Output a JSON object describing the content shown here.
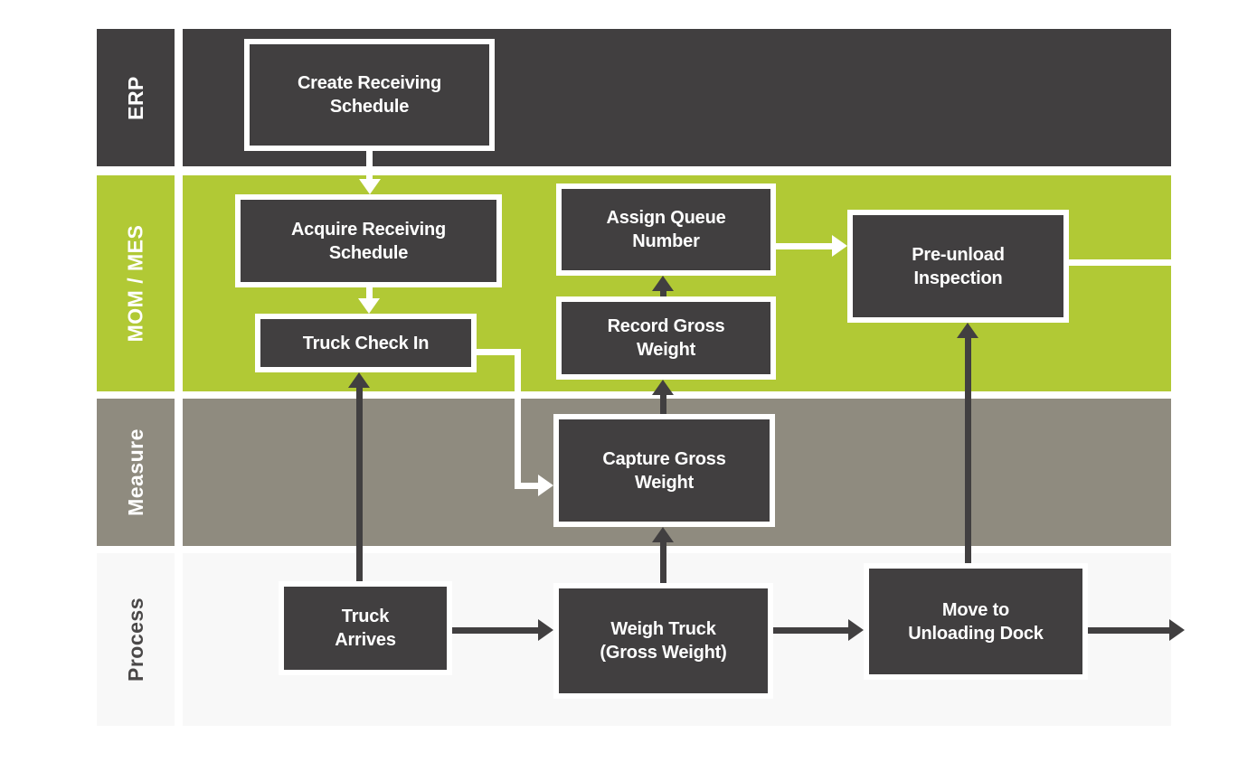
{
  "diagram": {
    "type": "swimlane-flowchart",
    "lanes": [
      {
        "id": "erp",
        "label": "ERP"
      },
      {
        "id": "mom-mes",
        "label": "MOM / MES"
      },
      {
        "id": "measure",
        "label": "Measure"
      },
      {
        "id": "process",
        "label": "Process"
      }
    ],
    "nodes": [
      {
        "id": "create-receiving-schedule",
        "lane": "erp",
        "label": "Create Receiving\nSchedule"
      },
      {
        "id": "acquire-receiving-schedule",
        "lane": "mom-mes",
        "label": "Acquire Receiving\nSchedule"
      },
      {
        "id": "truck-check-in",
        "lane": "mom-mes",
        "label": "Truck Check In"
      },
      {
        "id": "assign-queue-number",
        "lane": "mom-mes",
        "label": "Assign Queue\nNumber"
      },
      {
        "id": "record-gross-weight",
        "lane": "mom-mes",
        "label": "Record Gross\nWeight"
      },
      {
        "id": "pre-unload-inspection",
        "lane": "mom-mes",
        "label": "Pre-unload\nInspection"
      },
      {
        "id": "capture-gross-weight",
        "lane": "measure",
        "label": "Capture Gross\nWeight"
      },
      {
        "id": "truck-arrives",
        "lane": "process",
        "label": "Truck\nArrives"
      },
      {
        "id": "weigh-truck",
        "lane": "process",
        "label": "Weigh Truck\n(Gross Weight)"
      },
      {
        "id": "move-to-unloading-dock",
        "lane": "process",
        "label": "Move to\nUnloading Dock"
      }
    ],
    "edges": [
      {
        "from": "create-receiving-schedule",
        "to": "acquire-receiving-schedule",
        "style": "white-arrow"
      },
      {
        "from": "acquire-receiving-schedule",
        "to": "truck-check-in",
        "style": "white-arrow"
      },
      {
        "from": "truck-check-in",
        "to": "capture-gross-weight",
        "style": "white-arrow-elbow"
      },
      {
        "from": "assign-queue-number",
        "to": "pre-unload-inspection",
        "style": "white-arrow"
      },
      {
        "from": "pre-unload-inspection",
        "to": "off-page-right",
        "style": "white-line"
      },
      {
        "from": "truck-arrives",
        "to": "truck-check-in",
        "style": "dark-arrow"
      },
      {
        "from": "weigh-truck",
        "to": "capture-gross-weight",
        "style": "dark-arrow"
      },
      {
        "from": "capture-gross-weight",
        "to": "record-gross-weight",
        "style": "dark-arrow"
      },
      {
        "from": "record-gross-weight",
        "to": "assign-queue-number",
        "style": "dark-arrow"
      },
      {
        "from": "move-to-unloading-dock",
        "to": "pre-unload-inspection",
        "style": "dark-arrow"
      },
      {
        "from": "truck-arrives",
        "to": "weigh-truck",
        "style": "dark-arrow"
      },
      {
        "from": "weigh-truck",
        "to": "move-to-unloading-dock",
        "style": "dark-arrow"
      },
      {
        "from": "move-to-unloading-dock",
        "to": "off-page-right",
        "style": "dark-arrow"
      }
    ],
    "colors": {
      "dark": "#413F40",
      "green": "#B1C935",
      "measure_gray": "#8F8B7F",
      "process_light": "#F8F8F8",
      "process_label": "#4A4848",
      "white": "#FFFFFF"
    }
  }
}
